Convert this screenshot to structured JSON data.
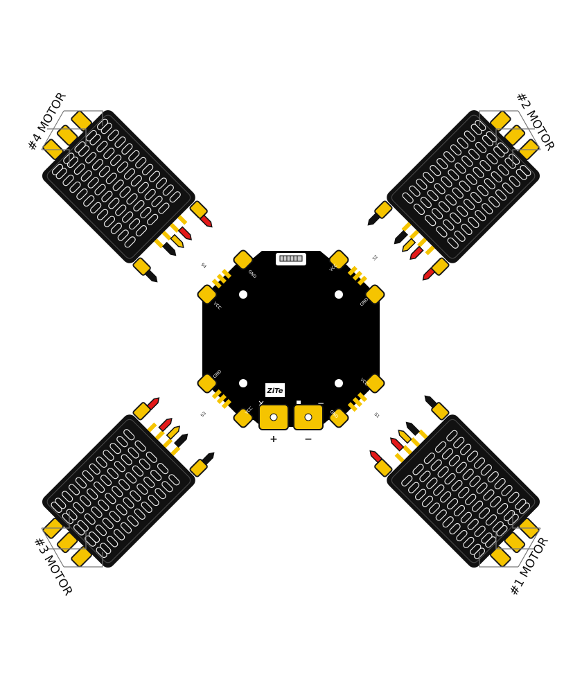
{
  "colors": {
    "board": "#000000",
    "pad": "#f5c400",
    "pad_stroke": "#1a1a1a",
    "wire_red": "#e31919",
    "wire_yellow": "#f5c400",
    "wire_black": "#111111",
    "label_line": "#777777",
    "esc_body": "#111111",
    "esc_slot": "#f2f2f2"
  },
  "motors": [
    {
      "label": "#1 MOTOR",
      "signal_label": "S1"
    },
    {
      "label": "#2 MOTOR",
      "signal_label": "S2"
    },
    {
      "label": "#3 MOTOR",
      "signal_label": "S3"
    },
    {
      "label": "#4 MOTOR",
      "signal_label": "S4"
    }
  ],
  "pad_labels": {
    "gnd": "GND",
    "vcc": "VCC",
    "telemetry": "T",
    "minus": "−"
  },
  "board": {
    "logo_text": "ZiTe",
    "x_mark": "×"
  },
  "battery": {
    "plus_label": "+",
    "minus_label": "−"
  },
  "icons": [
    "connector-icon",
    "mounting-hole-icon",
    "wire-icon",
    "solder-pad-icon"
  ]
}
